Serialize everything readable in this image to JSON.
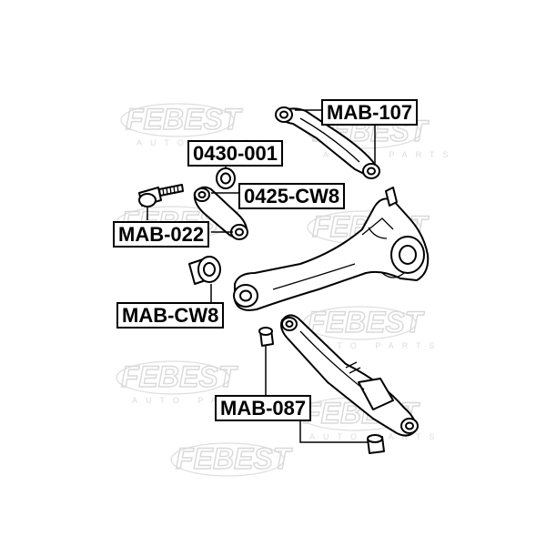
{
  "watermark": {
    "brand": "FEBEST",
    "tagline": "AUTO PARTS"
  },
  "labels": {
    "mab107": "MAB-107",
    "p0430": "0430-001",
    "p0425": "0425-CW8",
    "mab022": "MAB-022",
    "mabcw8": "MAB-CW8",
    "mab087": "MAB-087"
  }
}
